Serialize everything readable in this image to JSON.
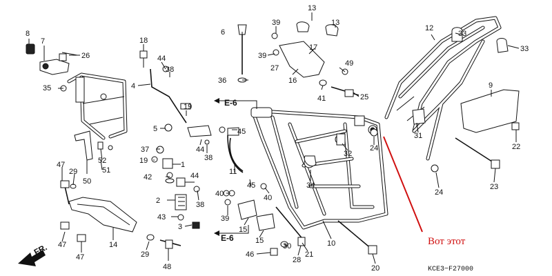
{
  "diagram": {
    "code": "KCE3−F27000",
    "annotation": "Вот этот",
    "section_refs": [
      "E-6",
      "E-6"
    ],
    "fr_label": "FR.",
    "accent_color": "#d01010",
    "callouts": [
      {
        "id": "c8",
        "label": "8"
      },
      {
        "id": "c7",
        "label": "7"
      },
      {
        "id": "c26",
        "label": "26"
      },
      {
        "id": "c35",
        "label": "35"
      },
      {
        "id": "c18",
        "label": "18"
      },
      {
        "id": "c44a",
        "label": "44"
      },
      {
        "id": "c38a",
        "label": "38"
      },
      {
        "id": "c4",
        "label": "4"
      },
      {
        "id": "c6",
        "label": "6"
      },
      {
        "id": "c36",
        "label": "36"
      },
      {
        "id": "c39a",
        "label": "39"
      },
      {
        "id": "c39b",
        "label": "39"
      },
      {
        "id": "c13a",
        "label": "13"
      },
      {
        "id": "c13b",
        "label": "13"
      },
      {
        "id": "c17",
        "label": "17"
      },
      {
        "id": "c27",
        "label": "27"
      },
      {
        "id": "c16",
        "label": "16"
      },
      {
        "id": "c49",
        "label": "49"
      },
      {
        "id": "c41",
        "label": "41"
      },
      {
        "id": "c25",
        "label": "25"
      },
      {
        "id": "c12",
        "label": "12"
      },
      {
        "id": "c33a",
        "label": "33"
      },
      {
        "id": "c33b",
        "label": "33"
      },
      {
        "id": "c9",
        "label": "9"
      },
      {
        "id": "c5",
        "label": "5"
      },
      {
        "id": "c19a",
        "label": "19"
      },
      {
        "id": "c45",
        "label": "45"
      },
      {
        "id": "c44b",
        "label": "44"
      },
      {
        "id": "c38b",
        "label": "38"
      },
      {
        "id": "c11",
        "label": "11"
      },
      {
        "id": "c37",
        "label": "37"
      },
      {
        "id": "c19b",
        "label": "19"
      },
      {
        "id": "c1",
        "label": "1"
      },
      {
        "id": "c42",
        "label": "42"
      },
      {
        "id": "c44c",
        "label": "44"
      },
      {
        "id": "c2",
        "label": "2"
      },
      {
        "id": "c38c",
        "label": "38"
      },
      {
        "id": "c43",
        "label": "43"
      },
      {
        "id": "c3",
        "label": "3"
      },
      {
        "id": "c52",
        "label": "52"
      },
      {
        "id": "c51",
        "label": "51"
      },
      {
        "id": "c50",
        "label": "50"
      },
      {
        "id": "c47a",
        "label": "47"
      },
      {
        "id": "c29a",
        "label": "29"
      },
      {
        "id": "c47b",
        "label": "47"
      },
      {
        "id": "c14",
        "label": "14"
      },
      {
        "id": "c47c",
        "label": "47"
      },
      {
        "id": "c29b",
        "label": "29"
      },
      {
        "id": "c48",
        "label": "48"
      },
      {
        "id": "c40",
        "label": "40"
      },
      {
        "id": "c39c",
        "label": "39"
      },
      {
        "id": "c15a",
        "label": "15"
      },
      {
        "id": "c15b",
        "label": "15"
      },
      {
        "id": "c46",
        "label": "46"
      },
      {
        "id": "c30",
        "label": "30"
      },
      {
        "id": "c28",
        "label": "28"
      },
      {
        "id": "c21",
        "label": "21"
      },
      {
        "id": "c10",
        "label": "10"
      },
      {
        "id": "c20",
        "label": "20"
      },
      {
        "id": "c34",
        "label": "34"
      },
      {
        "id": "c32",
        "label": "32"
      },
      {
        "id": "c24a",
        "label": "24"
      },
      {
        "id": "c31",
        "label": "31"
      },
      {
        "id": "c24b",
        "label": "24"
      },
      {
        "id": "c23",
        "label": "23"
      },
      {
        "id": "c22",
        "label": "22"
      },
      {
        "id": "c40b",
        "label": "40"
      },
      {
        "id": "c45b",
        "label": "45"
      }
    ]
  }
}
